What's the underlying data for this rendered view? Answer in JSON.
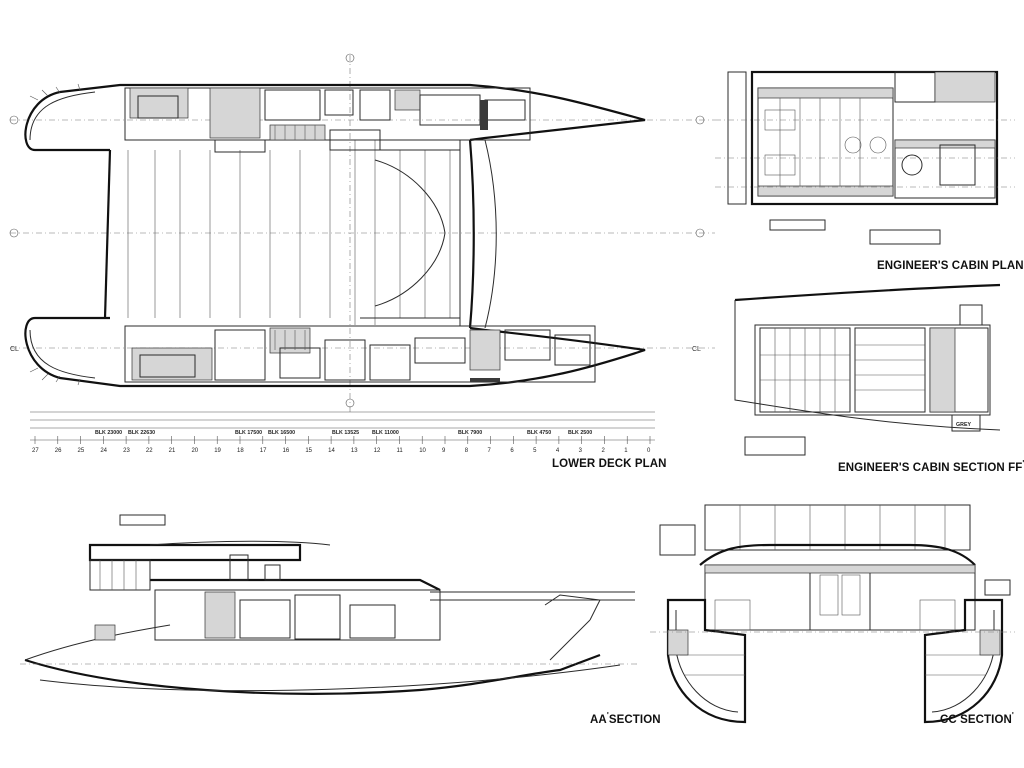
{
  "titles": {
    "lower_deck": "LOWER DECK PLAN",
    "engineer_plan": "ENGINEER'S CABIN PLAN",
    "engineer_section": "ENGINEER'S CABIN SECTION FF",
    "engineer_section_sup": "'",
    "aa_section": "AA",
    "aa_section_sup": "'",
    "aa_section_suffix": "SECTION",
    "cc_section": "CC SECTION",
    "cc_section_sup": "'"
  },
  "centerline": {
    "left": "CL",
    "right": "CL"
  },
  "blk_labels": [
    "BLK 23000",
    "BLK 22630",
    "BLK 17500",
    "BLK 16500",
    "BLK 13525",
    "BLK 11000",
    "BLK 7900",
    "BLK 4750",
    "BLK 2500"
  ],
  "frame_numbers": [
    "27",
    "26",
    "25",
    "24",
    "23",
    "22",
    "21",
    "20",
    "19",
    "18",
    "17",
    "16",
    "15",
    "14",
    "13",
    "12",
    "11",
    "10",
    "9",
    "8",
    "7",
    "6",
    "5",
    "4",
    "3",
    "2",
    "1",
    "0"
  ],
  "stamp": "GREY"
}
